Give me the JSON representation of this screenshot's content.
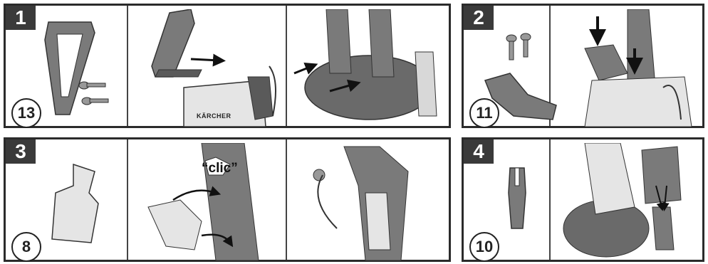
{
  "steps": [
    {
      "number": "1",
      "part_count": "13"
    },
    {
      "number": "2",
      "part_count": "11"
    },
    {
      "number": "3",
      "part_count": "8"
    },
    {
      "number": "4",
      "part_count": "10"
    }
  ],
  "brand_label": "KÄRCHER",
  "click_callout": "“clic”",
  "colors": {
    "frame": "#2b2b2b",
    "part": "#7a7a7a",
    "part_dark": "#4a4a4a",
    "body": "#d8d8d8"
  }
}
